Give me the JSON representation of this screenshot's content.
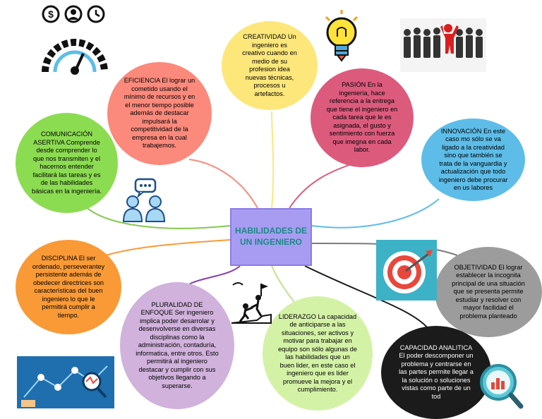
{
  "center": {
    "title": "HABILIDADES DE UN INGENIERO"
  },
  "bubbles": {
    "creatividad": "CREATIVIDAD Un ingeniero es creativo cuando en medio de su profesion idea nuevas técnicas, procesos u artefactos.",
    "eficiencia": "EFICIENCIA El lograr un cometido usando el mínimo de recursos y en el menor tiempo posible además de destacar impulsará la competitividad de la empresa en la cual trabajemos.",
    "pasion": "PASIÓN    En la ingeniería, hace referencia a la entrega que tiene el ingeniero en cada tarea que le es asignada, el gusto y sentimiento con fuerza que imegna en cada labor.",
    "comunicacion": "COMUNICACIÓN ASERTIVA Comprende desde comprender lo que nos transmiten y el hacernos entender facilitará las tareas y es de las habilidades básicas en la ingeniería.",
    "innovacion": "INNOVACIÓN En este caso mo sólo se va ligado a la creatividad sino que también se trata de la vanguardia y actualización que todo ingeniero debe procurar en us labores",
    "disciplina": "DISCIPLINA El ser ordenado, perseveranteу persistente además de obedecer directrices son características del buen ingeniero lo que le permitirá cumplir a tiempo.",
    "objetividad": "OBJETIVIDAD El lograr establecer la incognita principal de una situación que se presenta permite estudiar y resolver con mayor facilidad el problema planteado",
    "pluralidad": "PLURALIDAD DE ENFOQUE Ser ingeniero implica poder desarrolar y desenvolverse en diversas disciplinas como la administración, contaduría, informatica, entre otros. Esto permitirá al ingeniero destacar y cumplir con sus objetivos llegando a superarse.",
    "liderazgo": "LIDERAZGO La capacidad de  anticiparse a las situaciones, ser  activos y motivar para trabajar en equipo son sólo algunas de las habilidades que un buen lider, en este caso el ingeniero que es lider promueve la mejora y el cumplimiento.",
    "capacidad": "CAPACIDAD ANALITICA  El poder descomponer un problema y centrarse en las partes permite llegar a la solución o soluciones vistas como parte de un tod"
  },
  "colors": {
    "creatividad": "#fde77a",
    "eficiencia": "#fb8a7c",
    "pasion": "#dc5b7d",
    "comunicacion": "#8cdc52",
    "innovacion": "#5dbde8",
    "disciplina": "#f99a36",
    "objetividad": "#9c9c9c",
    "pluralidad": "#d0b2dc",
    "liderazgo": "#d4f2a6",
    "capacidad": "#1b1b1b"
  },
  "icons": [
    "dollar-user-clock-gauge-icon",
    "lightbulb-icon",
    "standout-person-crowd-icon",
    "chat-people-icon",
    "target-arrow-icon",
    "climbing-team-flag-icon",
    "analytics-network-icon",
    "magnifier-chart-icon"
  ]
}
